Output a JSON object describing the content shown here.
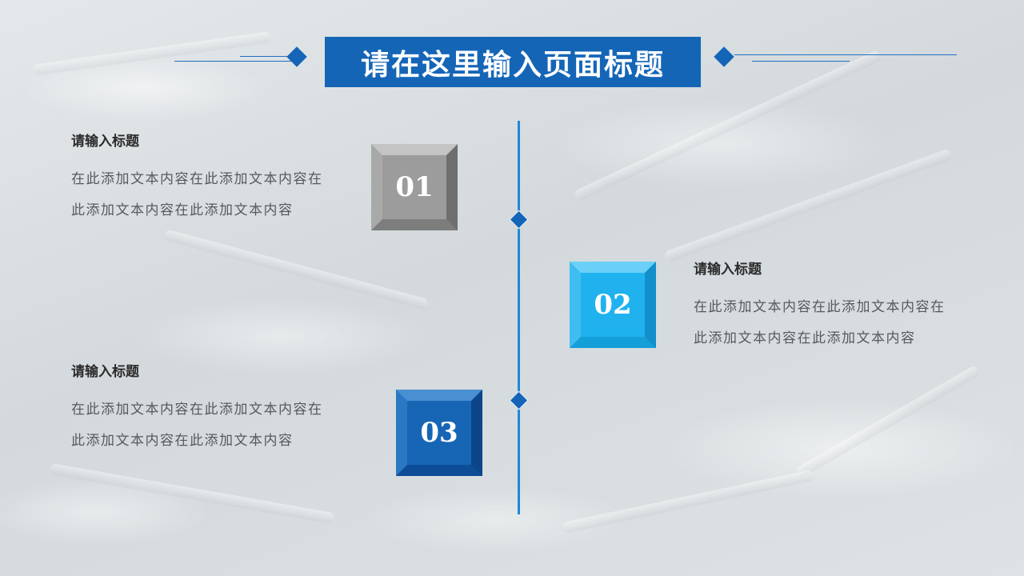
{
  "title": "请在这里输入页面标题",
  "items": [
    {
      "number": "01",
      "heading": "请输入标题",
      "body": "在此添加文本内容在此添加文本内容在此添加文本内容在此添加文本内容"
    },
    {
      "number": "02",
      "heading": "请输入标题",
      "body": "在此添加文本内容在此添加文本内容在此添加文本内容在此添加文本内容"
    },
    {
      "number": "03",
      "heading": "请输入标题",
      "body": "在此添加文本内容在此添加文本内容在此添加文本内容在此添加文本内容"
    }
  ],
  "colors": {
    "primary": "#1565b7",
    "accent": "#1fb2ef",
    "neutral": "#9c9c9c",
    "line": "#1e88d6"
  }
}
